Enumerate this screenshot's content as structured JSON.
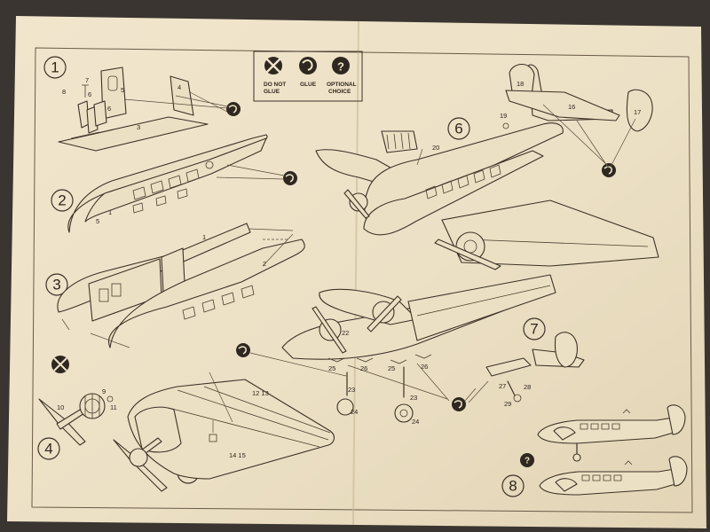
{
  "legend": {
    "do_not_glue_line1": "DO NOT",
    "do_not_glue_line2": "GLUE",
    "glue": "GLUE",
    "optional_line1": "OPTIONAL",
    "optional_line2": "CHOICE"
  },
  "steps": {
    "s1": "1",
    "s2": "2",
    "s3": "3",
    "s4": "4",
    "s5": "5",
    "s6": "6",
    "s7": "7",
    "s8": "8"
  },
  "parts": {
    "p1a": "1",
    "p1b": "1",
    "p2": "2",
    "p3": "3",
    "p4": "4",
    "p5": "5",
    "p6": "6",
    "p7": "7",
    "p8": "8",
    "p9": "9",
    "p10": "10",
    "p11": "11",
    "p12_13": "12 13",
    "p14_15": "14 15",
    "p16": "16",
    "p17": "17",
    "p18": "18",
    "p19": "19",
    "p20": "20",
    "p22": "22",
    "p23a": "23",
    "p23b": "23",
    "p24a": "24",
    "p24b": "24",
    "p25a": "25",
    "p25b": "25",
    "p26a": "26",
    "p26b": "26",
    "p27": "27",
    "p28": "28",
    "p29": "29"
  },
  "colors": {
    "paper": "#efe4ca",
    "ink": "#3c3226",
    "background": "#3a3530"
  }
}
